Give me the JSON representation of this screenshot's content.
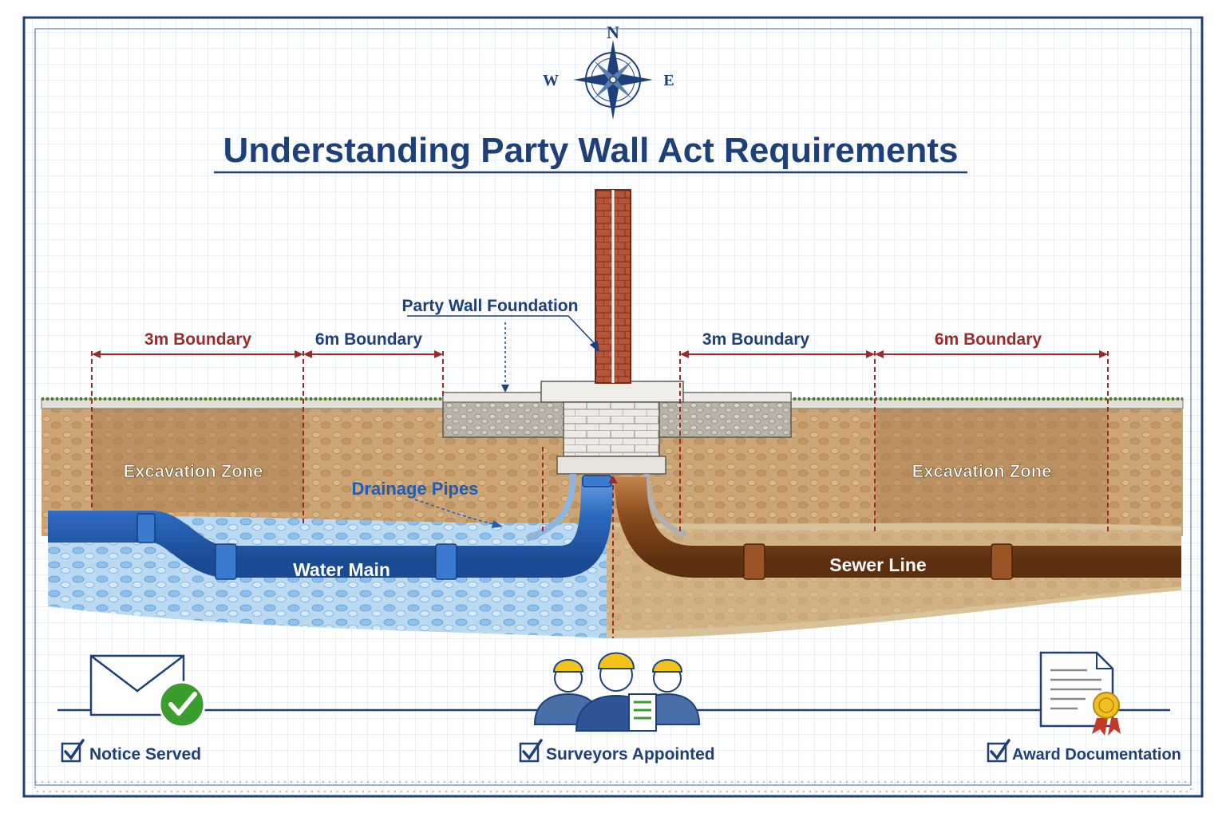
{
  "compass": {
    "n": "N",
    "w": "W",
    "e": "E"
  },
  "title": "Understanding Party Wall Act Requirements",
  "foundation_label": "Party Wall Foundation",
  "boundaries": {
    "left_3m": "3m Boundary",
    "left_6m": "6m Boundary",
    "right_3m": "3m Boundary",
    "right_6m": "6m Boundary"
  },
  "zones": {
    "left": "Excavation Zone",
    "right": "Excavation Zone"
  },
  "pipes": {
    "drainage": "Drainage Pipes",
    "water": "Water Main",
    "sewer": "Sewer Line"
  },
  "steps": [
    {
      "label": "Notice Served",
      "icon": "envelope-check-icon"
    },
    {
      "label": "Surveyors Appointed",
      "icon": "surveyors-team-icon"
    },
    {
      "label": "Award Documentation",
      "icon": "certificate-icon"
    }
  ],
  "colors": {
    "navy": "#1d3f7a",
    "boundary_red": "#9c2a2a",
    "water_blue": "#2f6fc7",
    "sewer_brown": "#8a4b1e",
    "soil": "#c9a06b",
    "brick": "#b5553a",
    "check_green": "#3a9d2e"
  }
}
